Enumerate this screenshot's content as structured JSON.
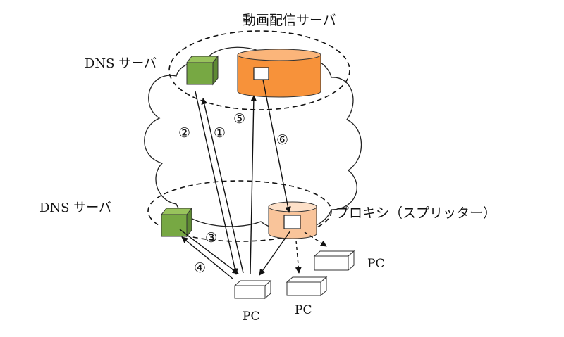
{
  "labels": {
    "streaming_server": "動画配信サーバ",
    "dns_server_upper": "DNS サーバ",
    "dns_server_lower": "DNS サーバ",
    "proxy": "プロキシ（スプリッター）",
    "pc_main": "PC",
    "pc_middle": "PC",
    "pc_right": "PC"
  },
  "steps": {
    "s1": "①",
    "s2": "②",
    "s3": "③",
    "s4": "④",
    "s5": "⑤",
    "s6": "⑥"
  },
  "colors": {
    "dns_front": "#77A843",
    "dns_top": "#98C35C",
    "dns_side": "#5E8A33",
    "server_body": "#F7923A",
    "server_top": "#FBB57A",
    "proxy_body": "#F9C49A",
    "proxy_top": "#FDE0C8",
    "line": "#111111"
  }
}
